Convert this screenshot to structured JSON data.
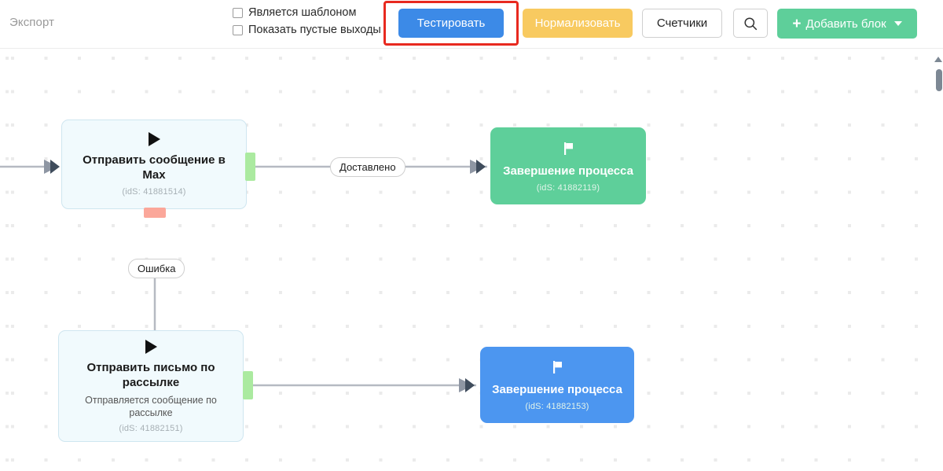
{
  "toolbar": {
    "export_label": "Экспорт",
    "checkboxes": [
      {
        "label": "Является шаблоном",
        "checked": false
      },
      {
        "label": "Показать пустые выходы",
        "checked": false
      }
    ],
    "test_label": "Тестировать",
    "normalize_label": "Нормализовать",
    "counters_label": "Счетчики",
    "search_icon": "search-icon",
    "add_block_label": "Добавить блок",
    "add_block_plus": "+",
    "highlight_color": "#e8291f",
    "colors": {
      "test_button": "#3c8ae7",
      "normalize_button": "#f8ca60",
      "add_block_button": "#5ecf9a"
    }
  },
  "canvas": {
    "nodes": [
      {
        "id": "node-send-max",
        "type": "action",
        "icon": "play-icon",
        "title": "Отправить сообщение в Max",
        "subtitle": "",
        "id_label": "(idS: 41881514)",
        "color": "#f1fafd"
      },
      {
        "id": "node-finish-top",
        "type": "finish-green",
        "icon": "flag-icon",
        "title": "Завершение процесса",
        "subtitle": "",
        "id_label": "(idS: 41882119)",
        "color": "#5ecf9a"
      },
      {
        "id": "node-send-mail",
        "type": "action",
        "icon": "play-icon",
        "title": "Отправить письмо по рассылке",
        "subtitle": "Отправляется сообщение по рассылке",
        "id_label": "(idS: 41882151)",
        "color": "#f1fafd"
      },
      {
        "id": "node-finish-bottom",
        "type": "finish-blue",
        "icon": "flag-icon",
        "title": "Завершение процесса",
        "subtitle": "",
        "id_label": "(idS: 41882153)",
        "color": "#4c96f0"
      }
    ],
    "edge_labels": [
      {
        "id": "edge-delivered",
        "label": "Доставлено"
      },
      {
        "id": "edge-error",
        "label": "Ошибка"
      }
    ],
    "port_colors": {
      "output_ok": "#abeaa0",
      "output_error": "#fba79a"
    }
  }
}
